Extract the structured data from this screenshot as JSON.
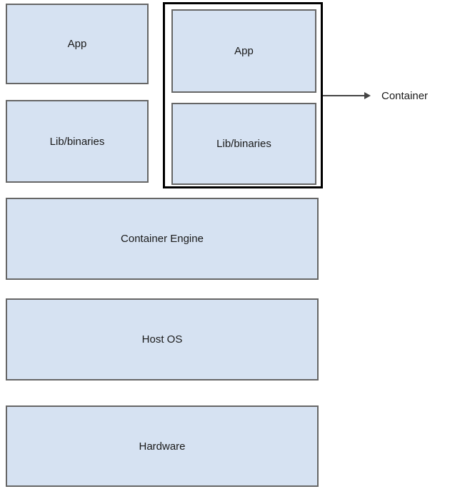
{
  "diagram": {
    "left_stack": {
      "app_label": "App",
      "lib_label": "Lib/binaries"
    },
    "container_group": {
      "app_label": "App",
      "lib_label": "Lib/binaries"
    },
    "callout": {
      "label": "Container"
    },
    "layers": {
      "engine_label": "Container Engine",
      "host_os_label": "Host OS",
      "hardware_label": "Hardware"
    },
    "colors": {
      "box_fill": "#d6e2f2",
      "box_border": "#666666",
      "container_border": "#000000",
      "arrow": "#444444",
      "text": "#1a1a1a",
      "background": "#ffffff"
    }
  }
}
